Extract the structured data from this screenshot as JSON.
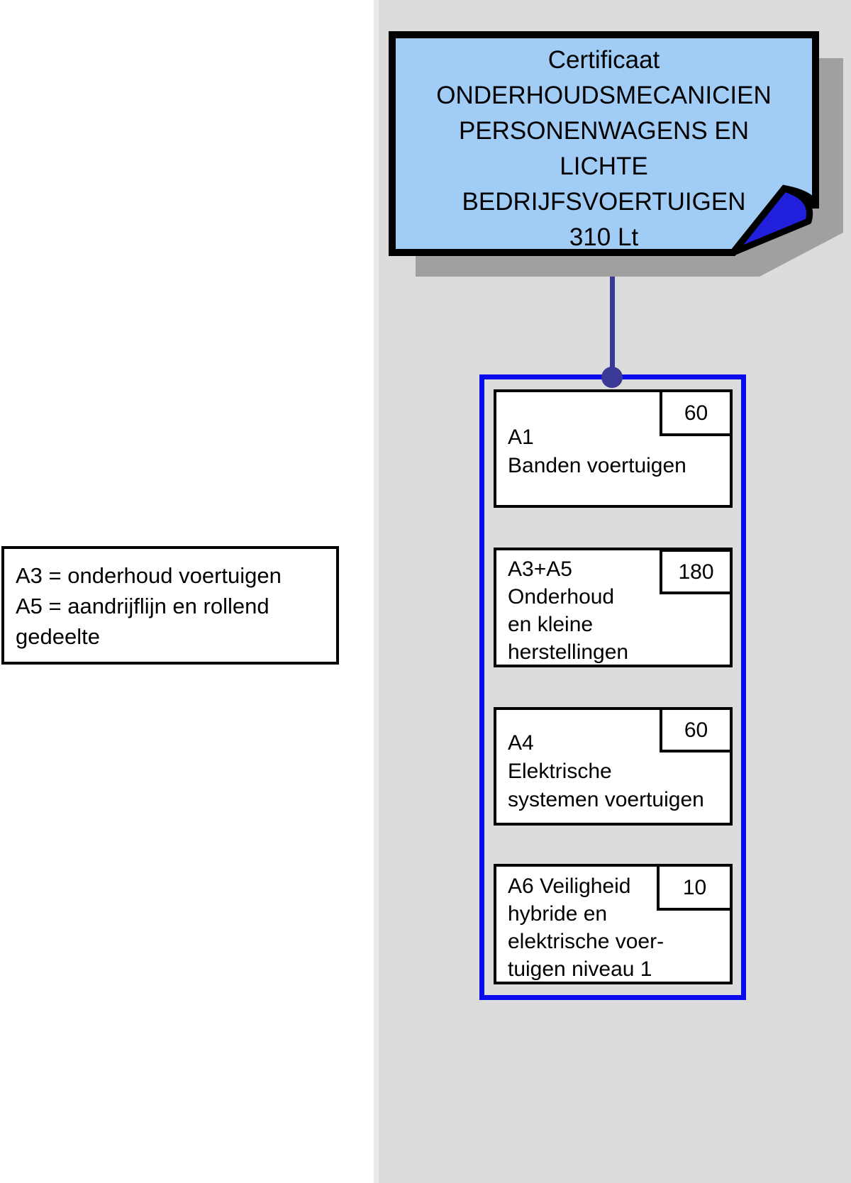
{
  "certificate": {
    "lines": [
      "Certificaat",
      "ONDERHOUDSMECANICIEN",
      "PERSONENWAGENS EN",
      "LICHTE",
      "BEDRIJFSVOERTUIGEN",
      "310 Lt"
    ]
  },
  "legend": {
    "lines": [
      "A3 = onderhoud voertuigen",
      "A5 = aandrijflijn en rollend",
      "gedeelte"
    ]
  },
  "modules": [
    {
      "hours": "60",
      "lines": [
        "A1",
        "Banden voertuigen"
      ]
    },
    {
      "hours": "180",
      "lines": [
        "A3+A5",
        "Onderhoud",
        "en kleine",
        "herstellingen"
      ]
    },
    {
      "hours": "60",
      "lines": [
        "A4",
        "Elektrische",
        "systemen voertuigen"
      ]
    },
    {
      "hours": "10",
      "lines": [
        "A6 Veiligheid",
        "hybride en",
        "elektrische voer-",
        "tuigen niveau 1"
      ]
    }
  ],
  "colors": {
    "panel_gray": "#dcdcdc",
    "certificate_fill": "#a1ccf5",
    "fold_blue": "#2020dc",
    "shadow_gray": "#a0a0a0",
    "group_border_blue": "#0a0aef",
    "connector_navy": "#3a3a96",
    "box_border": "#000000",
    "box_fill": "#ffffff"
  }
}
